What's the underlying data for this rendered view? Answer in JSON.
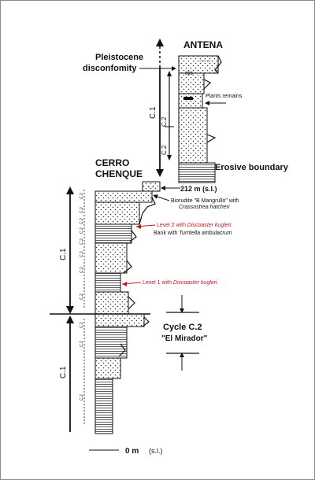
{
  "sections": {
    "upper": "ANTENA",
    "lower_line1": "CERRO",
    "lower_line2": "CHENQUE"
  },
  "annotations": {
    "pleistocene_line1": "Pleistocene",
    "pleistocene_line2": "disconfomity",
    "plants": "Plants remains",
    "erosive": "Erosive boundary",
    "datum": "212 m (s.l.)",
    "bioru_line1": "Biorudite \"B Mangrullo\" with",
    "bioru_line2": "Crassostrea hatcheri",
    "level2_prefix": "Level 2 with ",
    "level2_species": "Discoaster kugleri",
    "bank_prefix": "Bank with ",
    "bank_species": "Turritella ambulacrum",
    "level1_prefix": "Level 1 with ",
    "level1_species": "Discoaster kugleri",
    "cycle_line1": "Cycle C.2",
    "cycle_line2": "\"El Mirador\"",
    "base": "0 m",
    "base_unit": "(s.l.)"
  },
  "cycles": {
    "antena_c1": "C.1",
    "antena_c2a": "C.2",
    "antena_c2b": "C.2",
    "chenque_upper_c1": "C.1",
    "chenque_lower_c1": "C.1"
  },
  "sub_cycles": {
    "upper": [
      "C.2",
      "C.2",
      "C.2",
      "C.2",
      "C.2",
      "C.2",
      "C.2",
      "C.2"
    ],
    "lower": [
      "C.2",
      "C.2",
      "C.2"
    ]
  },
  "colors": {
    "ink": "#111111",
    "red": "#c0151b"
  }
}
